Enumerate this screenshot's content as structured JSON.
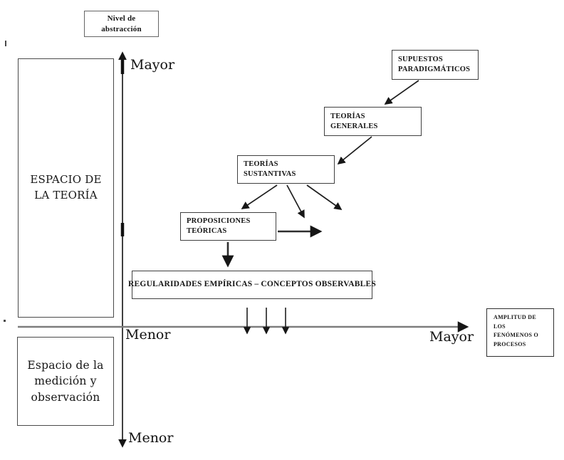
{
  "y_axis": {
    "title": "Nivel de\nabstracción",
    "top_label": "Mayor",
    "bottom_label": "Menor"
  },
  "x_axis": {
    "left_label": "Menor",
    "right_label": "Mayor",
    "title": "AMPLITUD DE\nLOS\nFENÓMENOS O\nPROCESOS"
  },
  "regions": {
    "theory_space": "ESPACIO DE\nLA TEORÍA",
    "measurement_space": "Espacio de la\nmedición y\nobservación"
  },
  "nodes": {
    "paradigmatic_assumptions": "SUPUESTOS\nPARADIGMÁTICOS",
    "general_theories": "TEORÍAS\nGENERALES",
    "substantive_theories": "TEORÍAS\nSUSTANTIVAS",
    "theoretical_propositions": "PROPOSICIONES\nTEÓRICAS",
    "empirical_regularities": "REGULARIDADES EMPÍRICAS – CONCEPTOS OBSERVABLES"
  },
  "colors": {
    "line": "#1f1f1f",
    "axis_gray": "#7d7d7d",
    "border": "#404040",
    "background": "#ffffff"
  }
}
